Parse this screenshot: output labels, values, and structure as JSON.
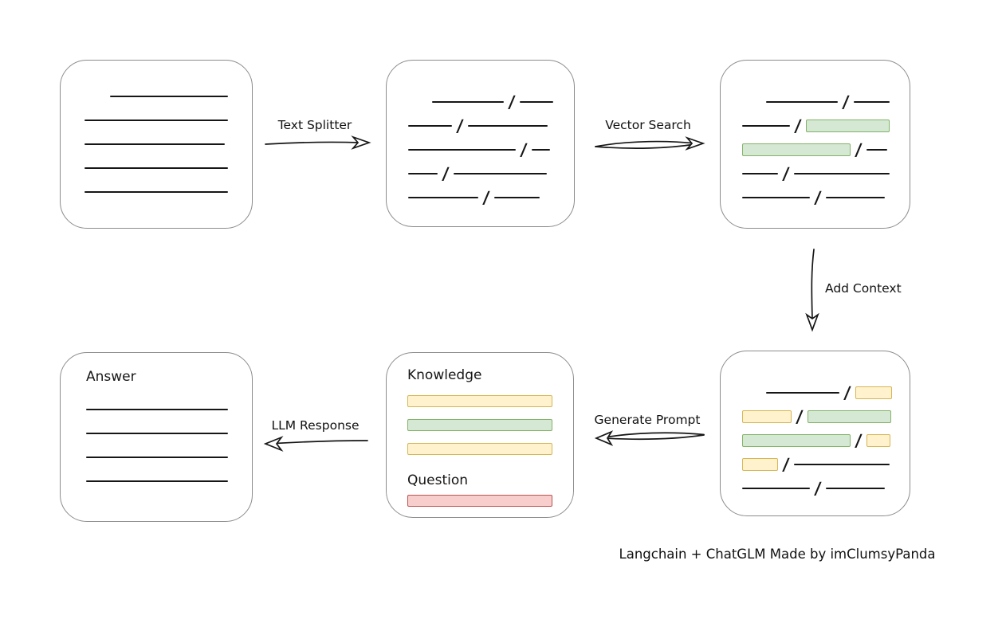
{
  "caption": "Langchain + ChatGLM Made by imClumsyPanda",
  "labels": {
    "text_splitter": "Text Splitter",
    "vector_search": "Vector Search",
    "add_context": "Add Context",
    "generate_prompt": "Generate Prompt",
    "llm_response": "LLM Response",
    "knowledge": "Knowledge",
    "question": "Question",
    "answer": "Answer",
    "slash": "/"
  },
  "colors": {
    "line": "#161616",
    "box_border": "#8c8c8c",
    "green_fill": "#d5e8d4",
    "green_border": "#82b366",
    "yellow_fill": "#fff2cc",
    "yellow_border": "#d6b656",
    "red_fill": "#f8cecc",
    "red_border": "#b85450"
  },
  "cards": {
    "document": {
      "rows": [
        {
          "indent": 32,
          "segs": [
            {
              "t": "line",
              "w": 148
            }
          ]
        },
        {
          "segs": [
            {
              "t": "line",
              "w": 180
            }
          ]
        },
        {
          "segs": [
            {
              "t": "line",
              "w": 176
            }
          ]
        },
        {
          "segs": [
            {
              "t": "line",
              "w": 180
            }
          ]
        },
        {
          "segs": [
            {
              "t": "line",
              "w": 180
            }
          ]
        }
      ]
    },
    "chunks": {
      "rows": [
        {
          "indent": 30,
          "segs": [
            {
              "t": "line",
              "w": 90
            },
            {
              "t": "slash"
            },
            {
              "t": "line",
              "w": 42
            }
          ]
        },
        {
          "segs": [
            {
              "t": "line",
              "w": 55
            },
            {
              "t": "slash"
            },
            {
              "t": "line",
              "w": 100
            }
          ]
        },
        {
          "segs": [
            {
              "t": "line",
              "w": 135
            },
            {
              "t": "slash"
            },
            {
              "t": "line",
              "w": 23
            }
          ]
        },
        {
          "segs": [
            {
              "t": "line",
              "w": 37
            },
            {
              "t": "slash"
            },
            {
              "t": "line",
              "w": 117
            }
          ]
        },
        {
          "segs": [
            {
              "t": "line",
              "w": 88
            },
            {
              "t": "slash"
            },
            {
              "t": "line",
              "w": 57
            }
          ]
        }
      ]
    },
    "retrieved": {
      "rows": [
        {
          "indent": 30,
          "segs": [
            {
              "t": "line",
              "w": 90
            },
            {
              "t": "slash"
            },
            {
              "t": "line",
              "w": 45
            }
          ]
        },
        {
          "segs": [
            {
              "t": "line",
              "w": 60
            },
            {
              "t": "slash"
            },
            {
              "t": "chip",
              "c": "green",
              "w": 105
            }
          ]
        },
        {
          "segs": [
            {
              "t": "chip",
              "c": "green",
              "w": 136
            },
            {
              "t": "slash"
            },
            {
              "t": "line",
              "w": 26
            }
          ]
        },
        {
          "segs": [
            {
              "t": "line",
              "w": 45
            },
            {
              "t": "slash"
            },
            {
              "t": "line",
              "w": 120
            }
          ]
        },
        {
          "segs": [
            {
              "t": "line",
              "w": 85
            },
            {
              "t": "slash"
            },
            {
              "t": "line",
              "w": 74
            }
          ]
        }
      ]
    },
    "context": {
      "rows": [
        {
          "indent": 30,
          "segs": [
            {
              "t": "line",
              "w": 92
            },
            {
              "t": "slash"
            },
            {
              "t": "chip",
              "c": "yellow",
              "w": 46
            }
          ]
        },
        {
          "segs": [
            {
              "t": "chip",
              "c": "yellow",
              "w": 62
            },
            {
              "t": "slash"
            },
            {
              "t": "chip",
              "c": "green",
              "w": 105
            }
          ]
        },
        {
          "segs": [
            {
              "t": "chip",
              "c": "green",
              "w": 136
            },
            {
              "t": "slash"
            },
            {
              "t": "chip",
              "c": "yellow",
              "w": 30
            }
          ]
        },
        {
          "segs": [
            {
              "t": "chip",
              "c": "yellow",
              "w": 45
            },
            {
              "t": "slash"
            },
            {
              "t": "line",
              "w": 120
            }
          ]
        },
        {
          "segs": [
            {
              "t": "line",
              "w": 85
            },
            {
              "t": "slash"
            },
            {
              "t": "line",
              "w": 74
            }
          ]
        }
      ]
    },
    "prompt": {
      "knowledge_bars": [
        {
          "color": "yellow"
        },
        {
          "color": "green"
        },
        {
          "color": "yellow"
        }
      ],
      "question_bars": [
        {
          "color": "red"
        }
      ]
    },
    "answer": {
      "rows": [
        {
          "segs": [
            {
              "t": "line",
              "w": 178
            }
          ]
        },
        {
          "segs": [
            {
              "t": "line",
              "w": 178
            }
          ]
        },
        {
          "segs": [
            {
              "t": "line",
              "w": 178
            }
          ]
        },
        {
          "segs": [
            {
              "t": "line",
              "w": 178
            }
          ]
        }
      ]
    }
  }
}
